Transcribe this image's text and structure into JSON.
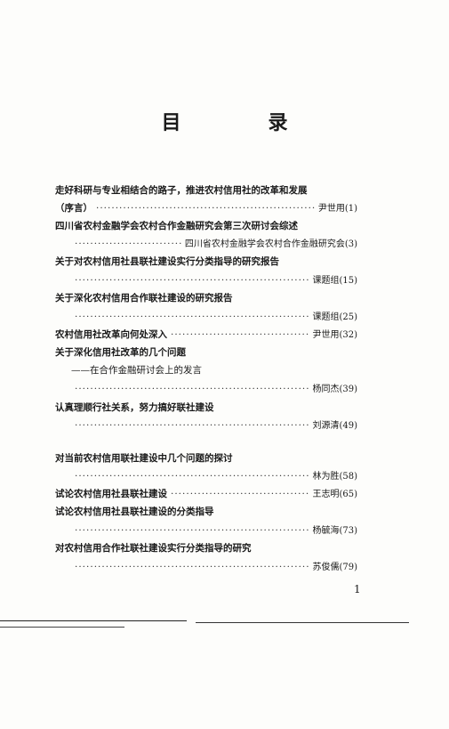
{
  "title": "目　录",
  "entries": [
    {
      "line1": "走好科研与专业相结合的路子，推进农村信用社的改革和发展",
      "line2": "（序言）",
      "author": "尹世用",
      "page": "(1)"
    },
    {
      "line1": "四川省农村金融学会农村合作金融研究会第三次研讨会综述",
      "author": "四川省农村金融学会农村合作金融研究会",
      "page": "(3)"
    },
    {
      "line1": "关于对农村信用社县联社建设实行分类指导的研究报告",
      "author": "课题组",
      "page": "(15)"
    },
    {
      "line1": "关于深化农村信用合作联社建设的研究报告",
      "author": "课题组",
      "page": "(25)"
    },
    {
      "line1": "农村信用社改革向何处深入",
      "author": "尹世用",
      "page": "(32)"
    },
    {
      "line1": "关于深化信用社改革的几个问题",
      "subtitle": "——在合作金融研讨会上的发言",
      "author": "杨同杰",
      "page": "(39)"
    },
    {
      "line1": "认真理顺行社关系，努力搞好联社建设",
      "author": "刘源清",
      "page": "(49)"
    },
    {
      "line1": "对当前农村信用联社建设中几个问题的探讨",
      "author": "林为胜",
      "page": "(58)"
    },
    {
      "line1": "试论农村信用社县联社建设",
      "author": "王志明",
      "page": "(65)"
    },
    {
      "line1": "试论农村信用社县联社建设的分类指导",
      "author": "杨毓海",
      "page": "(73)"
    },
    {
      "line1": "对农村信用合作社联社建设实行分类指导的研究",
      "author": "苏俊儒",
      "page": "(79)"
    }
  ],
  "page_number": "1"
}
